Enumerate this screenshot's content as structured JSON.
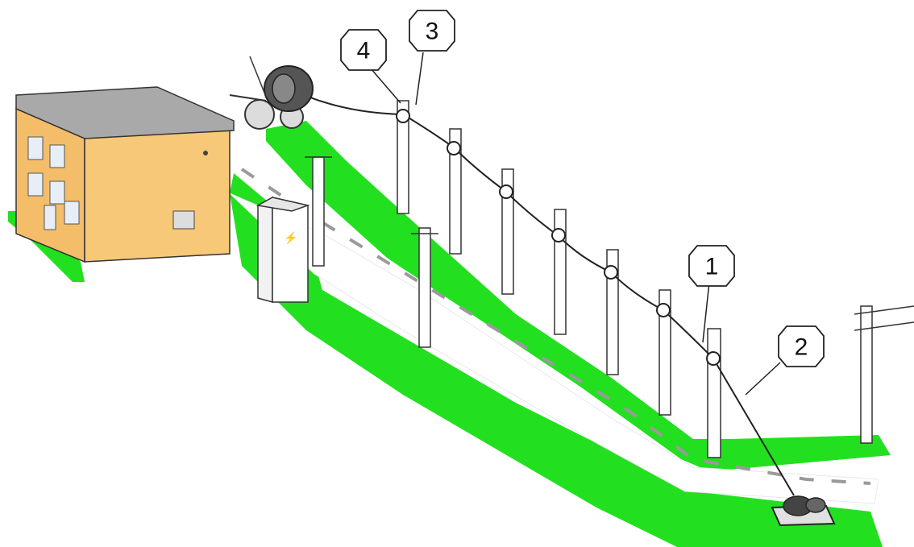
{
  "callouts": [
    {
      "id": "c1",
      "label": "1"
    },
    {
      "id": "c2",
      "label": "2"
    },
    {
      "id": "c3",
      "label": "3"
    },
    {
      "id": "c4",
      "label": "4"
    }
  ],
  "colors": {
    "grass": "#22e01f",
    "building_wall": "#f7c878",
    "roof": "#a9a9a9",
    "window": "#e8eef8",
    "outline": "#333333",
    "road": "#ffffff",
    "cable": "#222222"
  },
  "icons": {
    "building": "house-icon",
    "cable_drum_trailer": "cable-drum-trailer-icon",
    "winch": "winch-machine-icon",
    "cabinet": "electrical-cabinet-icon",
    "pole": "utility-pole-icon",
    "pulley": "pulley-block-icon"
  }
}
